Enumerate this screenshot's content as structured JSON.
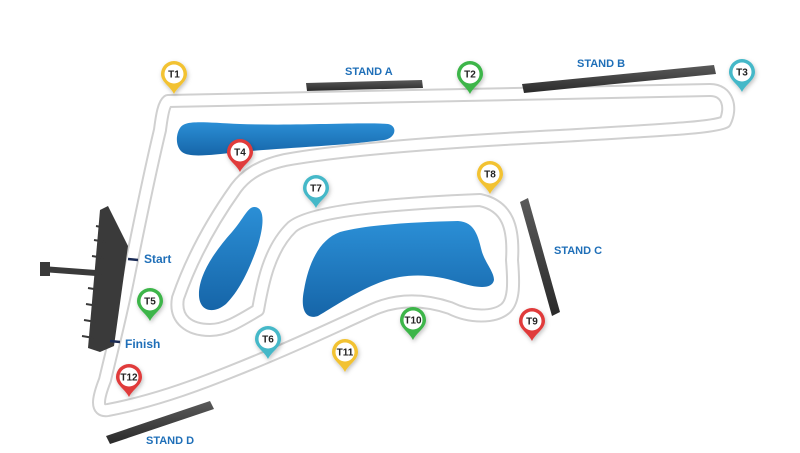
{
  "map": {
    "stands": [
      {
        "id": "stand-a",
        "label": "STAND A"
      },
      {
        "id": "stand-b",
        "label": "STAND B"
      },
      {
        "id": "stand-c",
        "label": "STAND C"
      },
      {
        "id": "stand-d",
        "label": "STAND D"
      }
    ],
    "lines": {
      "start": "Start",
      "finish": "Finish"
    },
    "turns": [
      {
        "label": "T1",
        "color": "#f2c230"
      },
      {
        "label": "T2",
        "color": "#3cb54a"
      },
      {
        "label": "T3",
        "color": "#45b8c8"
      },
      {
        "label": "T4",
        "color": "#e03a3a"
      },
      {
        "label": "T5",
        "color": "#3cb54a"
      },
      {
        "label": "T6",
        "color": "#45b8c8"
      },
      {
        "label": "T7",
        "color": "#45b8c8"
      },
      {
        "label": "T8",
        "color": "#f2c230"
      },
      {
        "label": "T9",
        "color": "#e03a3a"
      },
      {
        "label": "T10",
        "color": "#3cb54a"
      },
      {
        "label": "T11",
        "color": "#f2c230"
      },
      {
        "label": "T12",
        "color": "#e03a3a"
      }
    ],
    "colors": {
      "water": "#1f7ec6",
      "track": "#ffffff",
      "track_edge": "#d3d3d3",
      "stand": "#3d3d3d",
      "label": "#1f6fb8"
    }
  }
}
